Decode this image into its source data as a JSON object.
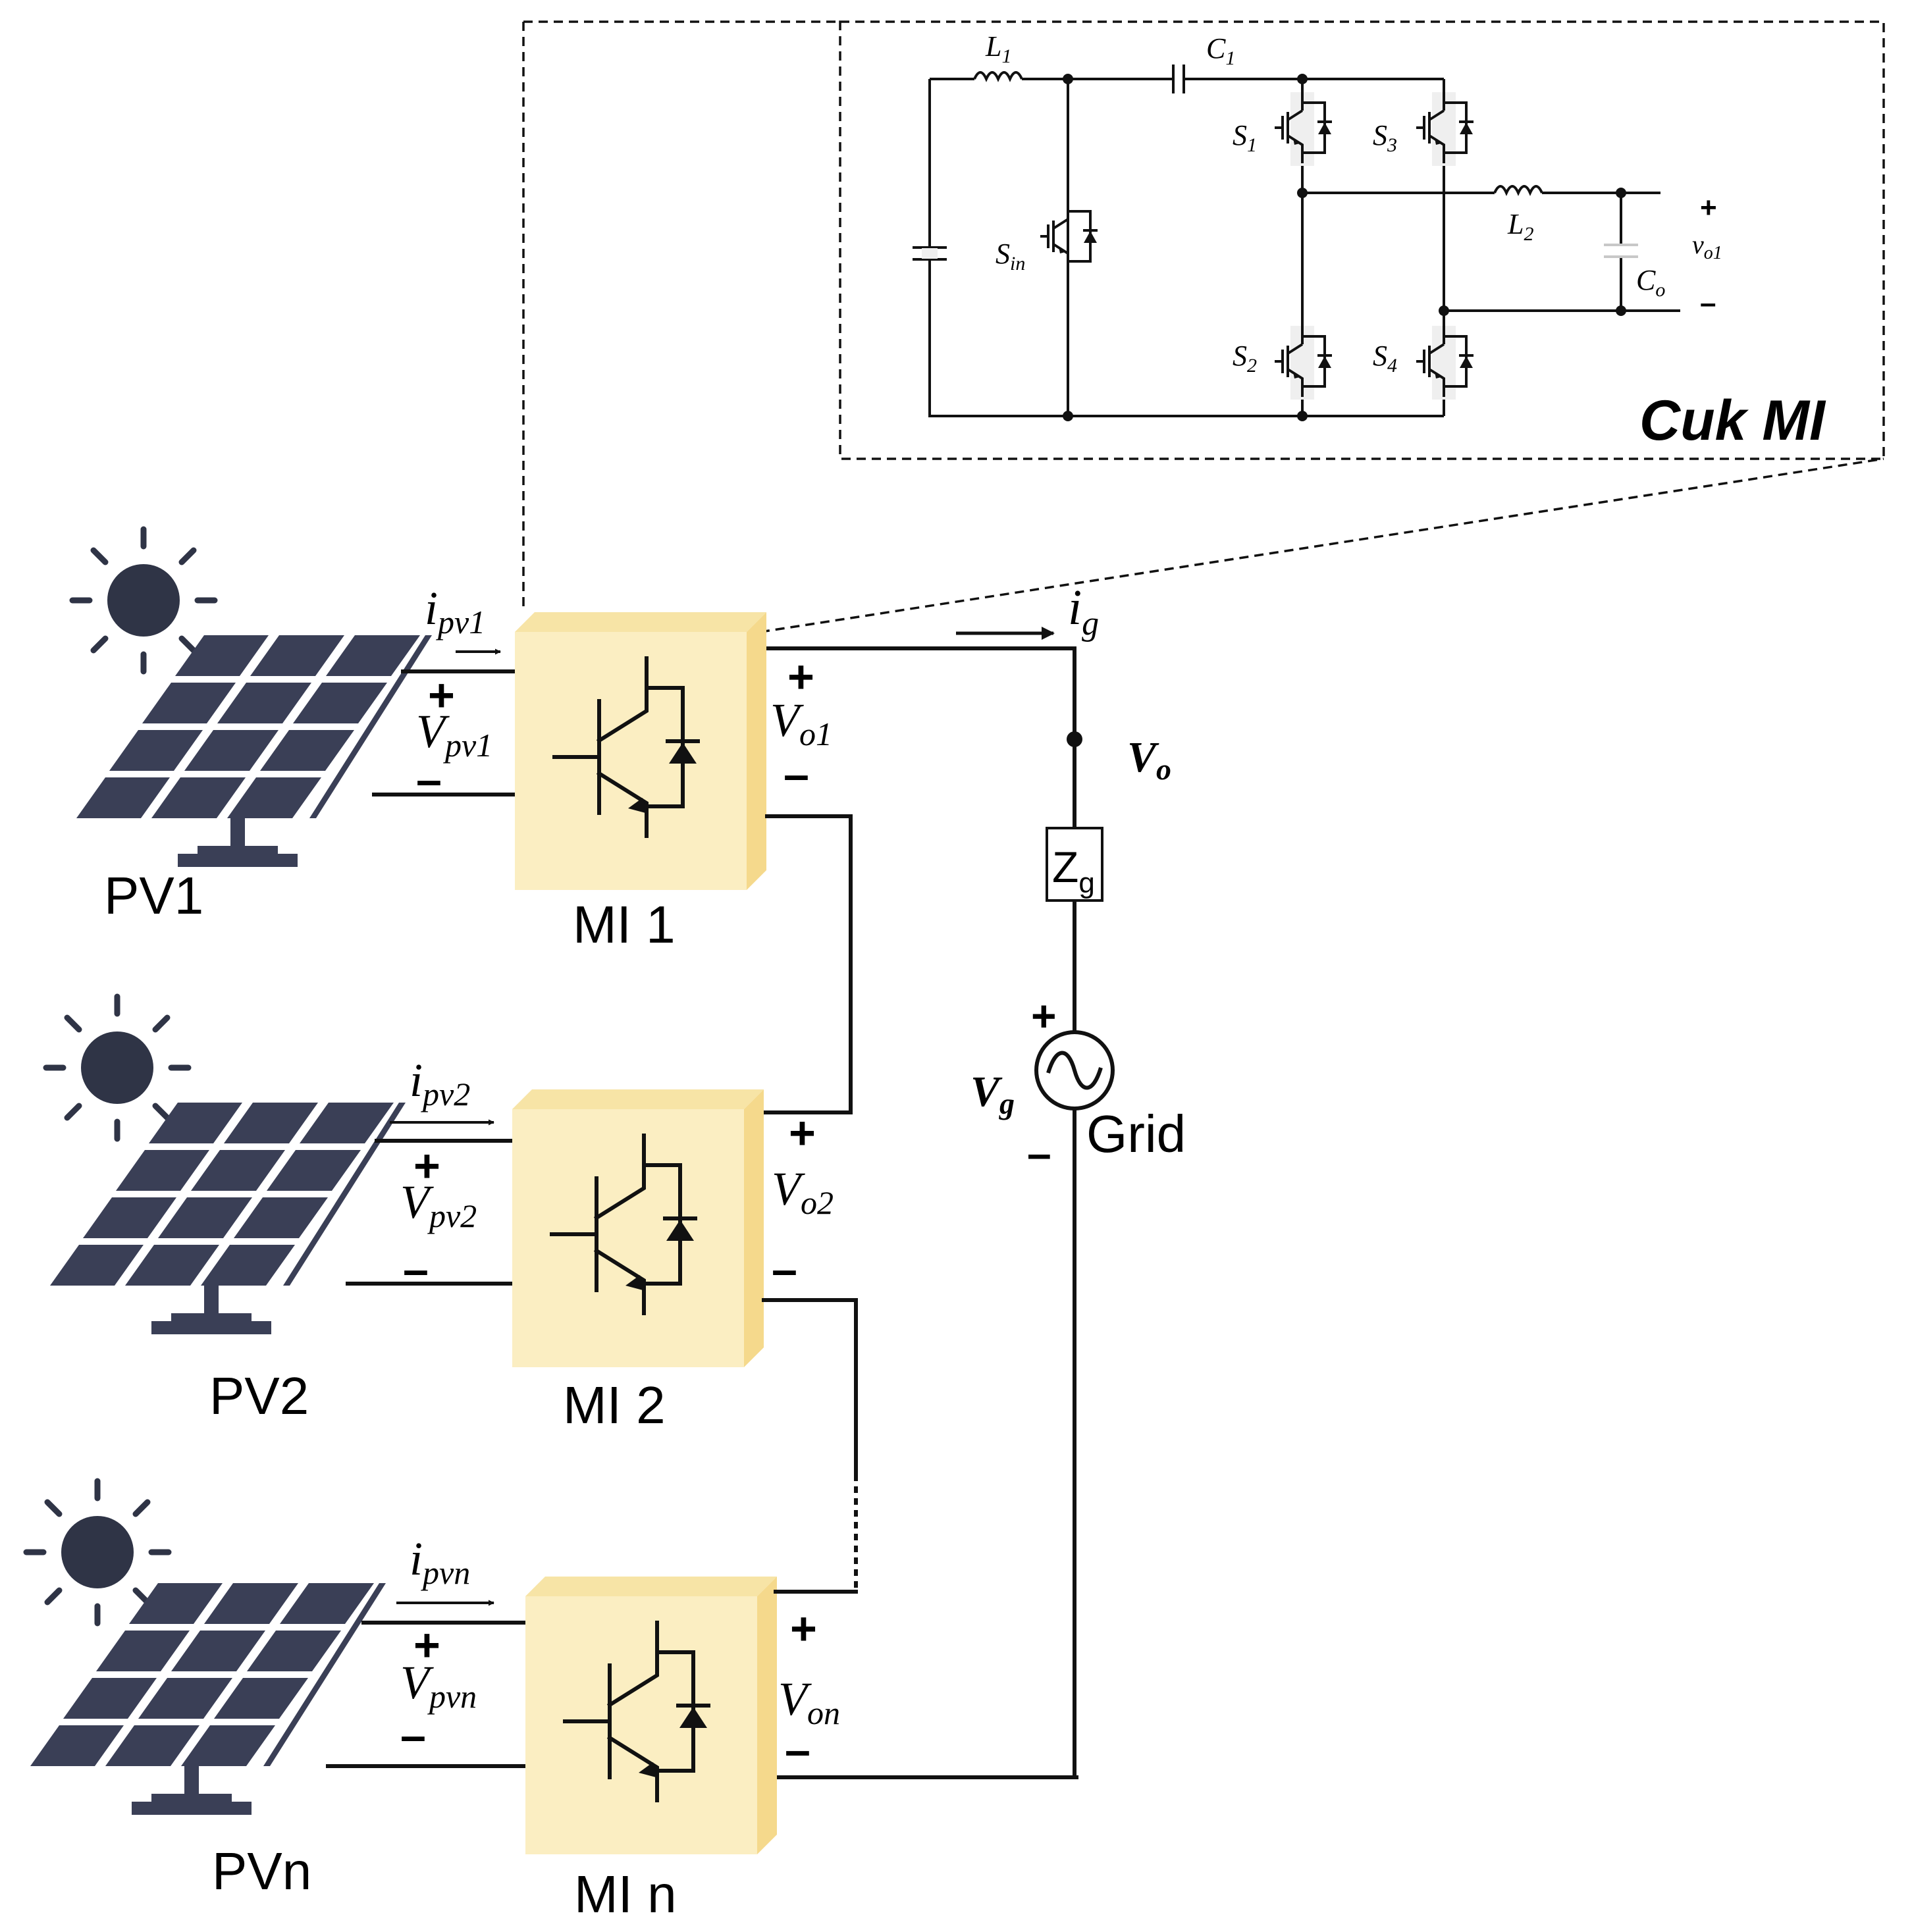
{
  "colors": {
    "box_front": "#fbeec2",
    "box_side": "#f5d98c",
    "box_top": "#f7e4a6",
    "inset_bg": "#efefef",
    "panel_cell": "#3a3f56",
    "sun": "#2f3446",
    "wire": "#111111"
  },
  "icons": [
    "sun-icon",
    "solar-panel-icon",
    "igbt-switch-icon",
    "ac-source-icon"
  ],
  "inset": {
    "title": "Cuk MI",
    "labels": {
      "L1": {
        "main": "L",
        "sub": "1"
      },
      "C1": {
        "main": "C",
        "sub": "1"
      },
      "S1": {
        "main": "S",
        "sub": "1"
      },
      "S3": {
        "main": "S",
        "sub": "3"
      },
      "S2": {
        "main": "S",
        "sub": "2"
      },
      "S4": {
        "main": "S",
        "sub": "4"
      },
      "Sin": {
        "main": "S",
        "sub": "in"
      },
      "L2": {
        "main": "L",
        "sub": "2"
      },
      "Co": {
        "main": "C",
        "sub": "o"
      },
      "vo1": {
        "main": "v",
        "sub": "o1"
      },
      "plus": "+",
      "minus": "–"
    }
  },
  "pv_units": [
    {
      "panel_label": "PV1",
      "mi_label": "MI 1",
      "current": {
        "main": "i",
        "sub": "pv1"
      },
      "voltage": {
        "main": "V",
        "sub": "pv1"
      },
      "output": {
        "main": "V",
        "sub": "o1"
      },
      "plus": "+",
      "minus": "–"
    },
    {
      "panel_label": "PV2",
      "mi_label": "MI 2",
      "current": {
        "main": "i",
        "sub": "pv2"
      },
      "voltage": {
        "main": "V",
        "sub": "pv2"
      },
      "output": {
        "main": "V",
        "sub": "o2"
      },
      "plus": "+",
      "minus": "–"
    },
    {
      "panel_label": "PVn",
      "mi_label": "MI n",
      "current": {
        "main": "i",
        "sub": "pvn"
      },
      "voltage": {
        "main": "V",
        "sub": "pvn"
      },
      "output": {
        "main": "V",
        "sub": "on"
      },
      "plus": "+",
      "minus": "–"
    }
  ],
  "grid": {
    "current": {
      "main": "i",
      "sub": "g"
    },
    "node_voltage": {
      "main": "V",
      "sub": "o"
    },
    "impedance": {
      "main": "Z",
      "sub": "g"
    },
    "source_voltage": {
      "main": "V",
      "sub": "g"
    },
    "source_plus": "+",
    "source_minus": "–",
    "label": "Grid"
  }
}
